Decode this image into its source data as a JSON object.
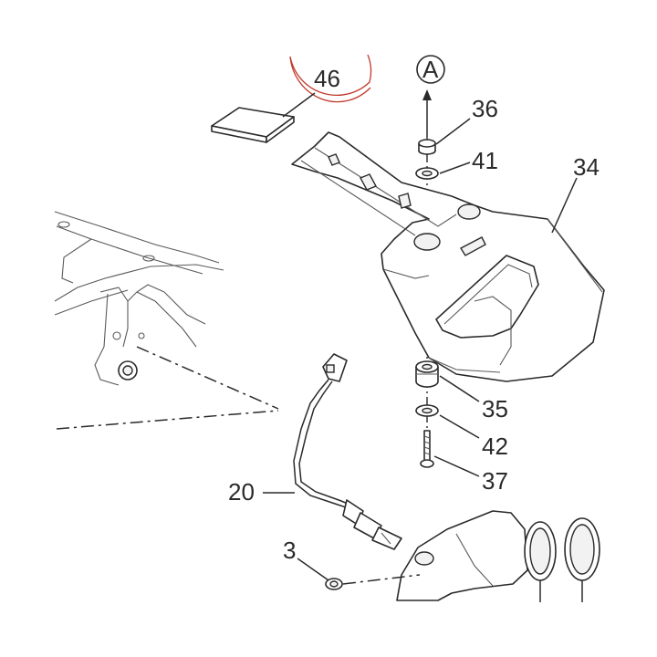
{
  "callouts": {
    "c46": "46",
    "c36": "36",
    "c41": "41",
    "c34": "34",
    "c35": "35",
    "c42": "42",
    "c37": "37",
    "c20": "20",
    "c3": "3",
    "ref_a": "A"
  },
  "colors": {
    "line": "#2a2a2a",
    "highlight_circle": "#c0392b",
    "background": "#ffffff"
  }
}
